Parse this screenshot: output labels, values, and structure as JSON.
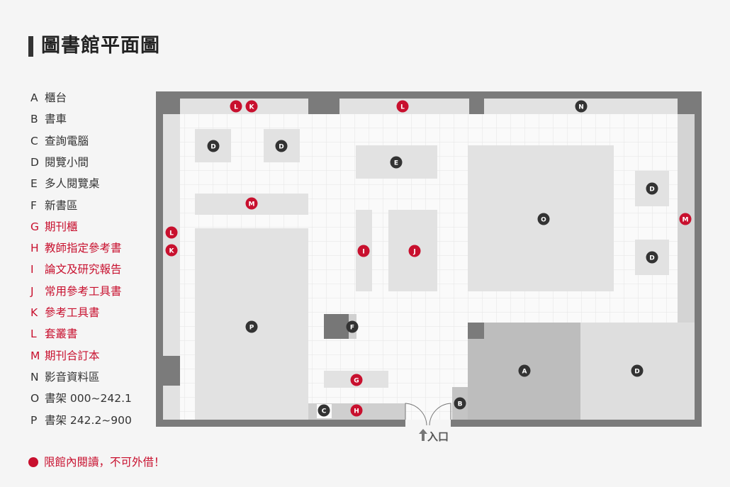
{
  "title": "圖書館平面圖",
  "legend": [
    {
      "code": "A",
      "label": "櫃台",
      "color": "dark"
    },
    {
      "code": "B",
      "label": "書車",
      "color": "dark"
    },
    {
      "code": "C",
      "label": "查詢電腦",
      "color": "dark"
    },
    {
      "code": "D",
      "label": "閱覽小間",
      "color": "dark"
    },
    {
      "code": "E",
      "label": "多人閱覽桌",
      "color": "dark"
    },
    {
      "code": "F",
      "label": "新書區",
      "color": "dark"
    },
    {
      "code": "G",
      "label": "期刊櫃",
      "color": "red"
    },
    {
      "code": "H",
      "label": "教師指定參考書",
      "color": "red"
    },
    {
      "code": "I",
      "label": "論文及研究報告",
      "color": "red"
    },
    {
      "code": "J",
      "label": "常用參考工具書",
      "color": "red"
    },
    {
      "code": "K",
      "label": "參考工具書",
      "color": "red"
    },
    {
      "code": "L",
      "label": "套叢書",
      "color": "red"
    },
    {
      "code": "M",
      "label": "期刊合訂本",
      "color": "red"
    },
    {
      "code": "N",
      "label": "影音資料區",
      "color": "dark"
    },
    {
      "code": "O",
      "label": "書架 000~242.1",
      "color": "dark"
    },
    {
      "code": "P",
      "label": "書架 242.2~900",
      "color": "dark"
    }
  ],
  "note": "限館內閱讀，不可外借！",
  "entrance_label": "入口",
  "colors": {
    "restricted": "#c8102e",
    "general": "#333333"
  },
  "markers": [
    "L",
    "K",
    "L",
    "N",
    "D",
    "D",
    "E",
    "D",
    "M",
    "O",
    "M",
    "L",
    "K",
    "I",
    "J",
    "D",
    "P",
    "F",
    "A",
    "D",
    "G",
    "C",
    "H",
    "B"
  ]
}
